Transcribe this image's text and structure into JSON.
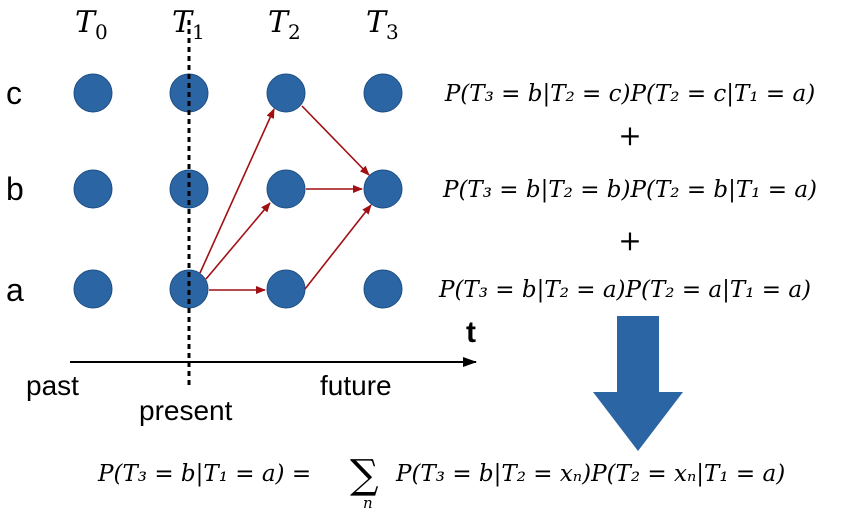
{
  "time_labels": {
    "t0": {
      "letter": "T",
      "sub": "0"
    },
    "t1": {
      "letter": "T",
      "sub": "1"
    },
    "t2": {
      "letter": "T",
      "sub": "2"
    },
    "t3": {
      "letter": "T",
      "sub": "3"
    }
  },
  "state_labels": {
    "c": "c",
    "b": "b",
    "a": "a"
  },
  "axis": {
    "t_label": "t",
    "past": "past",
    "present": "present",
    "future": "future"
  },
  "equations": {
    "term_c": "P(T₃ = b|T₂ = c)P(T₂ = c|T₁ = a)",
    "plus1": "+",
    "term_b": "P(T₃ = b|T₂ = b)P(T₂ = b|T₁ = a)",
    "plus2": "+",
    "term_a": "P(T₃ = b|T₂ = a)P(T₂ = a|T₁ = a)",
    "final_lhs": "P(T₃ = b|T₁ = a) =",
    "final_sum": "∑",
    "final_sum_index": "n",
    "final_rhs": "P(T₃ = b|T₂ = xₙ)P(T₂ = xₙ|T₁ = a)"
  },
  "colors": {
    "node": "#2c65a3",
    "node_stroke": "#1f4f85",
    "arrow": "#a10f12",
    "big_arrow": "#2c65a3",
    "axis": "#000000"
  }
}
